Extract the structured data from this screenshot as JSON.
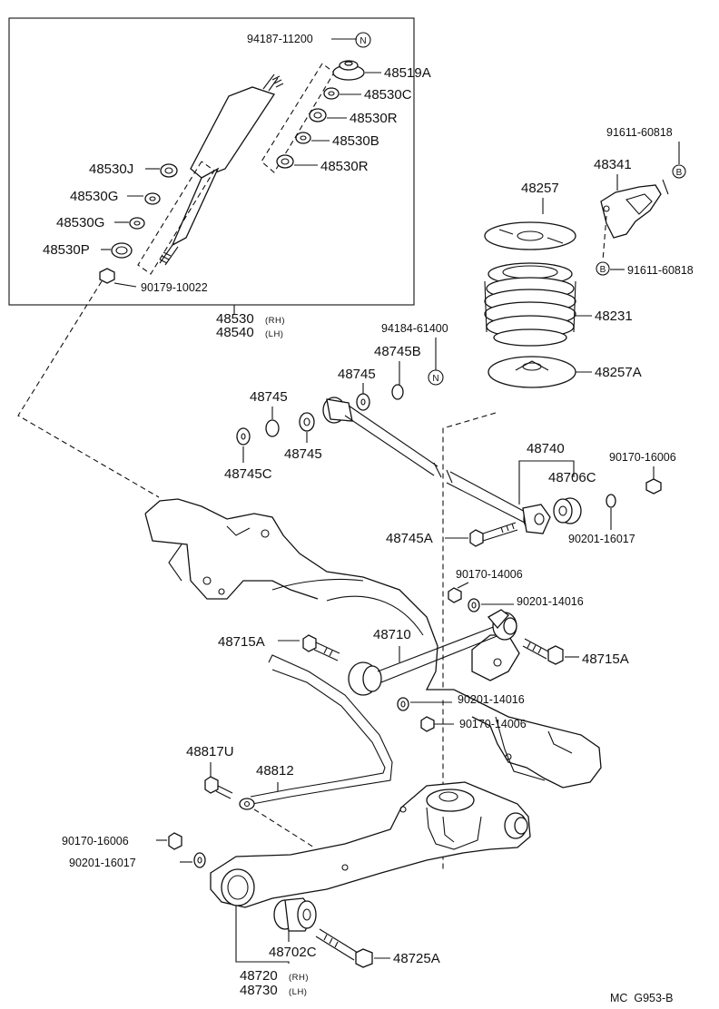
{
  "labels": {
    "p94187_11200": "94187-11200",
    "p48519A": "48519A",
    "p48530C": "48530C",
    "p48530R_1": "48530R",
    "p48530B": "48530B",
    "p48530R_2": "48530R",
    "p48530J": "48530J",
    "p48530G_1": "48530G",
    "p48530G_2": "48530G",
    "p48530P": "48530P",
    "p90179_10022": "90179-10022",
    "p48530": "48530",
    "p48540": "48540",
    "rh_1": "(RH)",
    "lh_1": "(LH)",
    "p91611_60818_top": "91611-60818",
    "p48341": "48341",
    "p48257": "48257",
    "p91611_60818_bot": "91611-60818",
    "p48231": "48231",
    "p94184_61400": "94184-61400",
    "p48745B": "48745B",
    "p48745_1": "48745",
    "p48745_2": "48745",
    "p48745_3": "48745",
    "p48257A": "48257A",
    "p48745C": "48745C",
    "p48740": "48740",
    "p90170_16006_top": "90170-16006",
    "p48706C": "48706C",
    "p48745A": "48745A",
    "p90201_16017_top": "90201-16017",
    "p90170_14006_top": "90170-14006",
    "p90201_14016_top": "90201-14016",
    "p48715A_1": "48715A",
    "p48710": "48710",
    "p48715A_2": "48715A",
    "p90201_14016_bot": "90201-14016",
    "p90170_14006_bot": "90170-14006",
    "p48817U": "48817U",
    "p48812": "48812",
    "p90170_16006_bot": "90170-16006",
    "p90201_16017_bot": "90201-16017",
    "p48702C": "48702C",
    "p48725A": "48725A",
    "p48720": "48720",
    "p48730": "48730",
    "rh_2": "(RH)",
    "lh_2": "(LH)",
    "ref_code": "MC  G953-B"
  },
  "markers": {
    "n1": "N",
    "n2": "N",
    "b1": "B",
    "b2": "B"
  }
}
